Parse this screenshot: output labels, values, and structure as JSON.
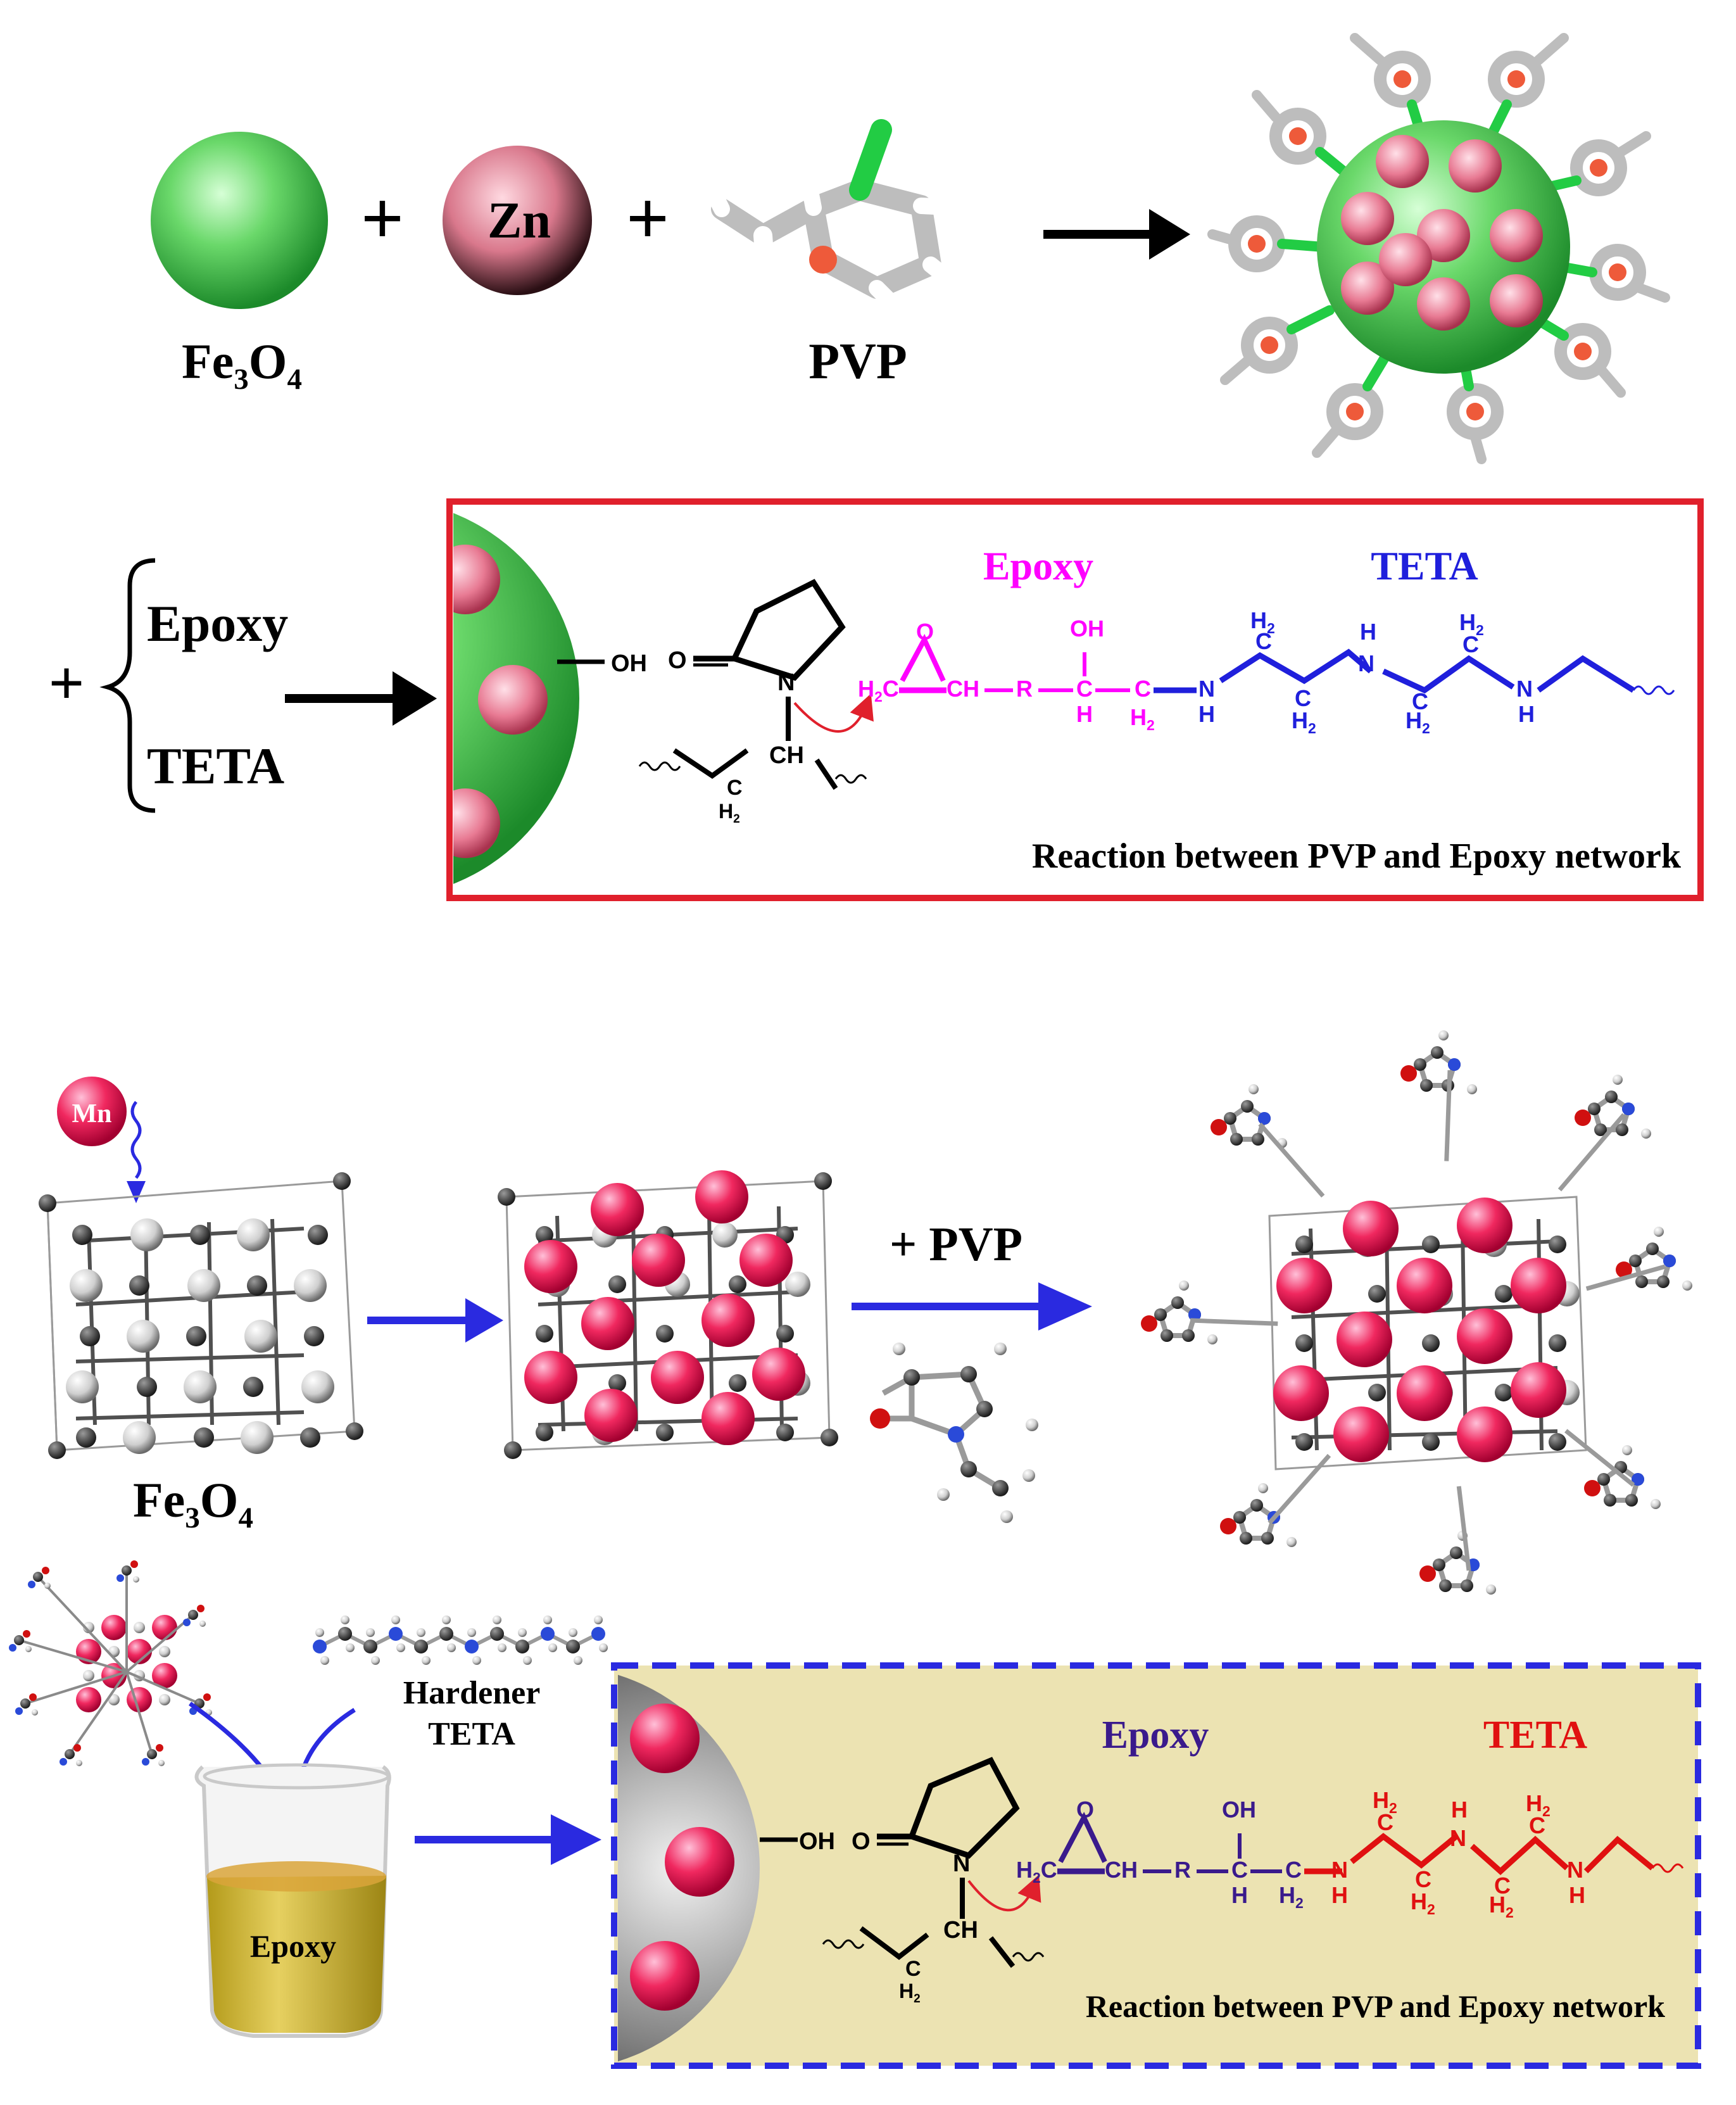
{
  "top": {
    "fe3o4_label": "Fe3O4",
    "zn_label": "Zn",
    "pvp_label": "PVP",
    "plus": "+",
    "epoxy_brace": "Epoxy",
    "teta_brace": "TETA",
    "epoxy_heading": "Epoxy",
    "teta_heading": "TETA",
    "reaction_caption": "Reaction between PVP and Epoxy network"
  },
  "bottom": {
    "mn_label": "Mn",
    "fe3o4_label": "Fe3O4",
    "plus_pvp": "+ PVP",
    "hardener_line1": "Hardener",
    "hardener_line2": "TETA",
    "beaker_label": "Epoxy",
    "epoxy_heading": "Epoxy",
    "teta_heading": "TETA",
    "reaction_caption": "Reaction between PVP and Epoxy network"
  },
  "chem": {
    "oh": "OH",
    "o": "O",
    "n": "N",
    "ch": "CH",
    "h2c": "H2C",
    "r": "R",
    "c": "C",
    "h": "H",
    "h2": "H2",
    "nh": "N"
  },
  "colors": {
    "magenta": "#ff00ff",
    "teta_blue": "#1f1fdc",
    "epoxy_purple": "#3a1a8c",
    "teta_red": "#e01010",
    "red_frame": "#e0202c",
    "blue_frame": "#2a2ae0",
    "yellow_panel": "#ece3b2"
  }
}
